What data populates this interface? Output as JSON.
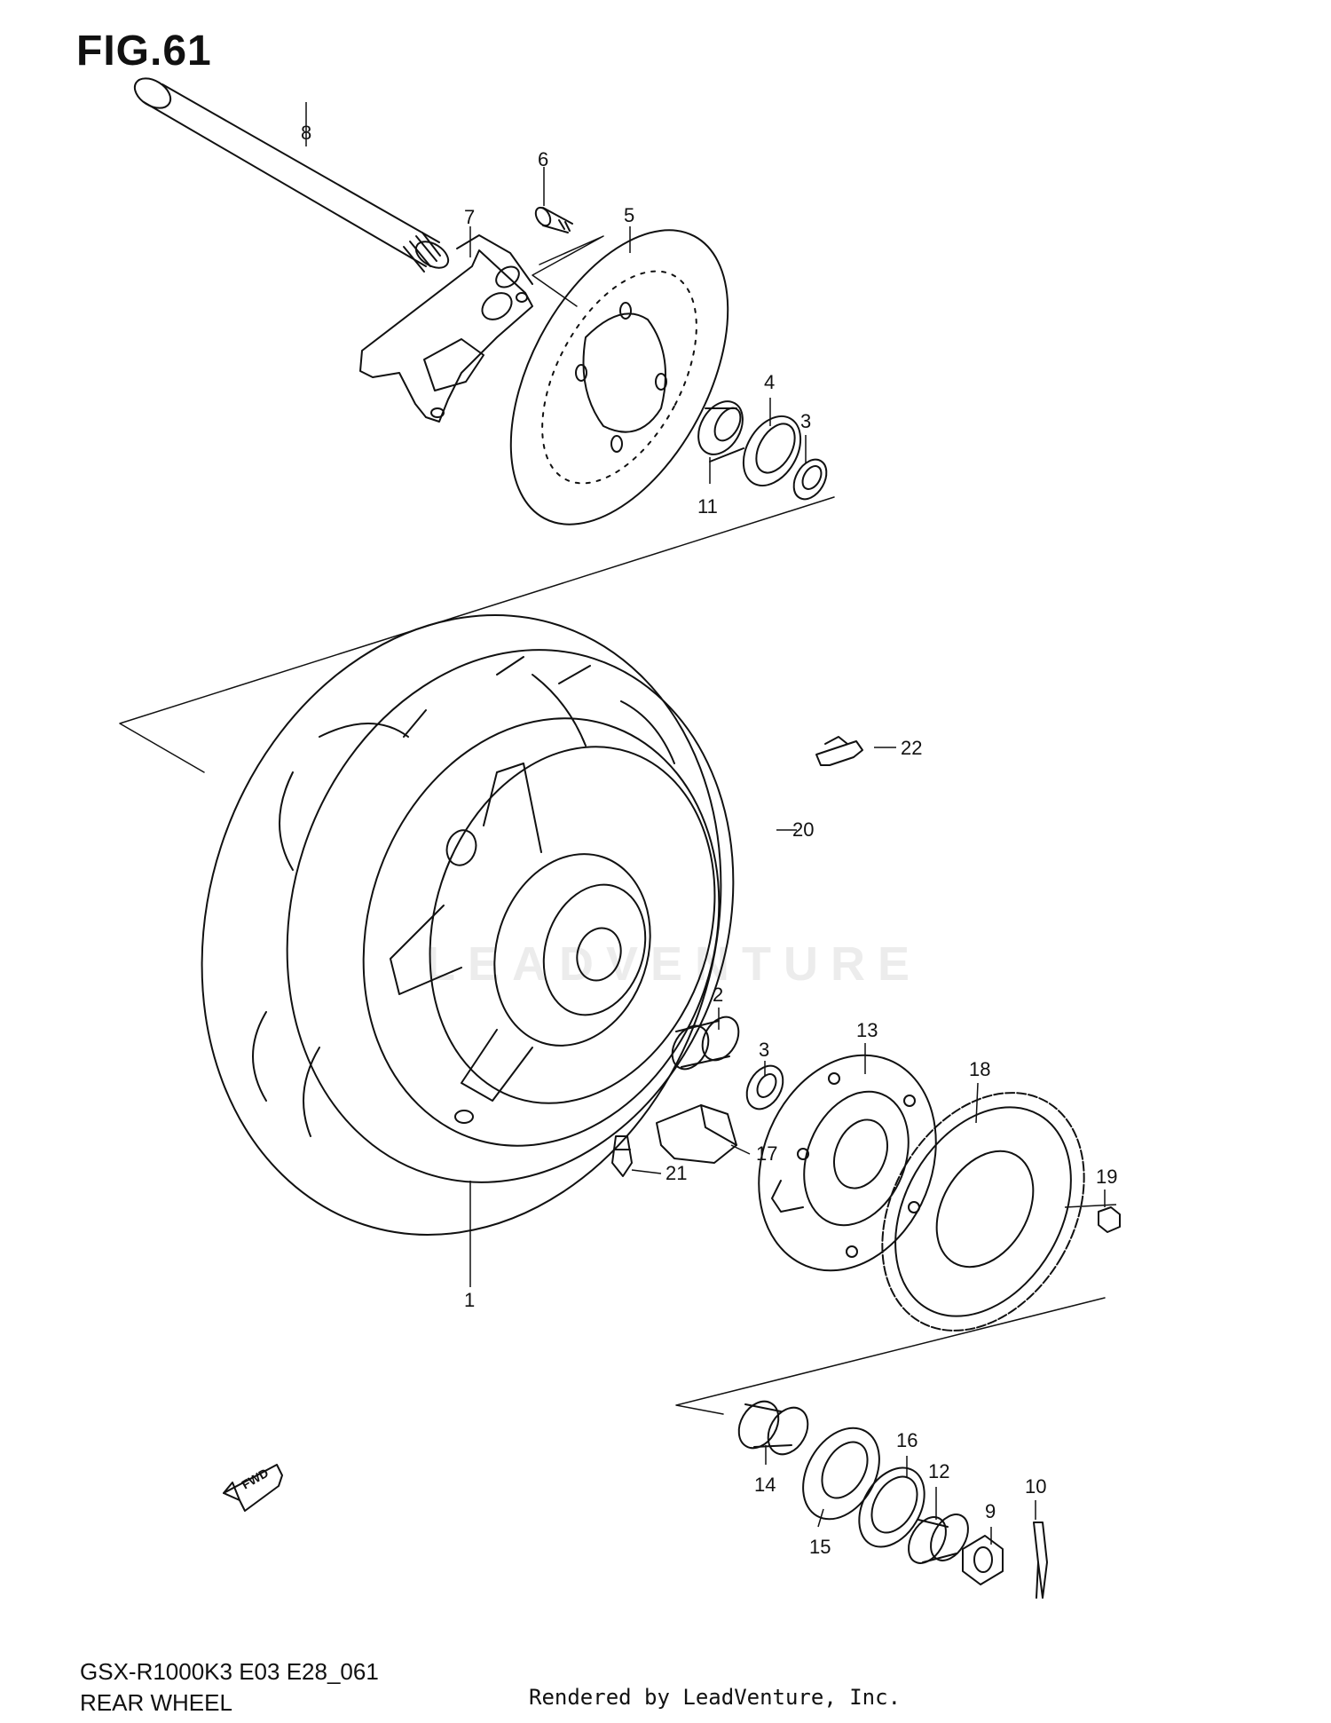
{
  "header": {
    "figure": "FIG.61"
  },
  "footer": {
    "model_code": "GSX-R1000K3 E03 E28_061",
    "section_title": "REAR WHEEL",
    "rendered_by": "Rendered by LeadVenture, Inc."
  },
  "watermark": "LEADVENTURE",
  "fwd_label": "FWD",
  "callouts": {
    "c1": "1",
    "c2": "2",
    "c3a": "3",
    "c3b": "3",
    "c4": "4",
    "c5": "5",
    "c6": "6",
    "c7": "7",
    "c8": "8",
    "c9": "9",
    "c10": "10",
    "c11": "11",
    "c12": "12",
    "c13": "13",
    "c14": "14",
    "c15": "15",
    "c16": "16",
    "c17": "17",
    "c18": "18",
    "c19": "19",
    "c20": "20",
    "c21": "21",
    "c22": "22"
  }
}
